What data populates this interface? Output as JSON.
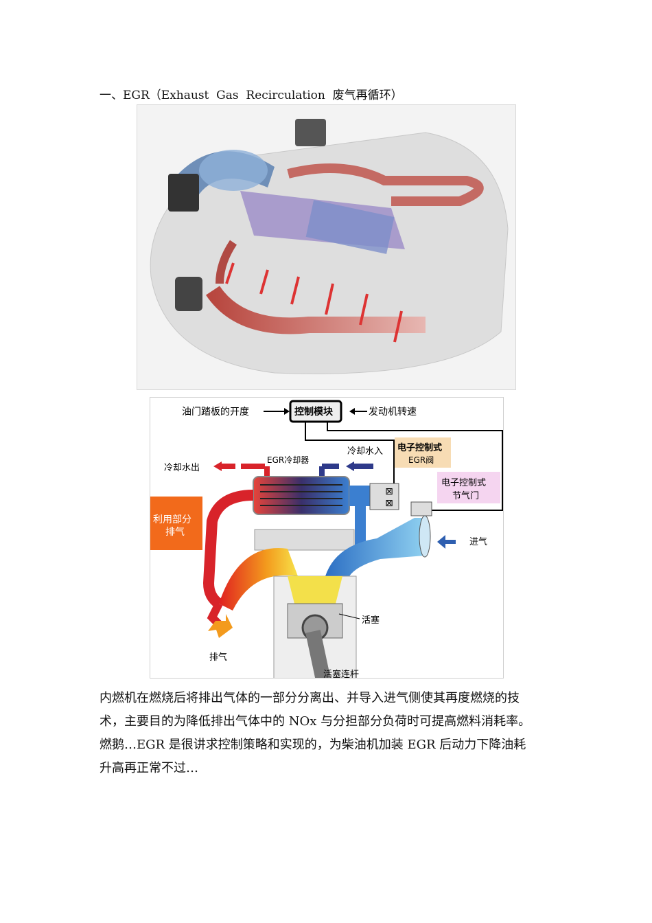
{
  "heading": "一、EGR（Exhaust  Gas  Recirculation  废气再循环）",
  "diagram": {
    "pedal": "油门踏板的开度",
    "control_module": "控制模块",
    "engine_speed": "发动机转速",
    "coolant_in": "冷却水入",
    "coolant_out": "冷却水出",
    "egr_cooler": "EGR冷却器",
    "egr_valve_line1": "电子控制式",
    "egr_valve_line2": "EGR阀",
    "throttle_line1": "电子控制式",
    "throttle_line2": "节气门",
    "partial_exhaust_line1": "利用部分",
    "partial_exhaust_line2": "排气",
    "intake": "进气",
    "piston": "活塞",
    "exhaust": "排气",
    "connecting_rod": "活塞连杆"
  },
  "paragraph": [
    "内燃机在燃烧后将排出气体的一部分分离出、并导入进气侧使其再度燃烧的技",
    "术，主要目的为降低排出气体中的 NOx 与分担部分负荷时可提高燃料消耗率。",
    "燃鹅…EGR 是很讲求控制策略和实现的，为柴油机加装 EGR 后动力下降油耗",
    "升高再正常不过…"
  ],
  "colors": {
    "hot": "#d8232a",
    "cool": "#2e5fb0",
    "orange_box": "#f26a1b",
    "egr_box": "#f7dcb4",
    "throttle_box": "#f5d5f0"
  }
}
